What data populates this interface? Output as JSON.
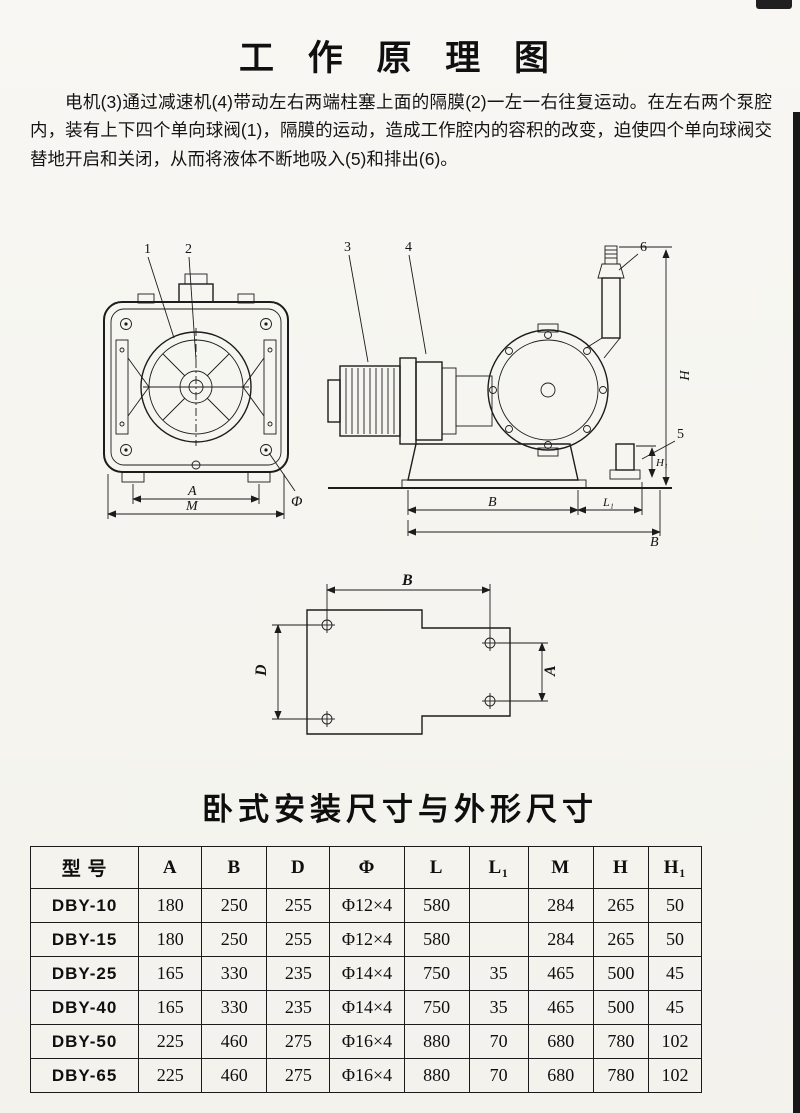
{
  "page": {
    "title": "工 作 原 理 图",
    "paragraph": "电机(3)通过减速机(4)带动左右两端柱塞上面的隔膜(2)一左一右往复运动。在左右两个泵腔内，装有上下四个单向球阀(1)，隔膜的运动，造成工作腔内的容积的改变，迫使四个单向球阀交替地开启和关闭，从而将液体不断地吸入(5)和排出(6)。",
    "section_title": "卧式安装尺寸与外形尺寸"
  },
  "diagrams": {
    "front_view": {
      "callout_1": "1",
      "callout_2": "2",
      "dim_a": "A",
      "dim_m": "M",
      "dim_phi": "Φ"
    },
    "side_view": {
      "callout_3": "3",
      "callout_4": "4",
      "callout_5": "5",
      "callout_6": "6",
      "dim_h": "H",
      "dim_b": "B",
      "dim_l1": "L₁",
      "dim_h1": "H₁",
      "dim_b2": "B"
    },
    "footprint": {
      "dim_b": "B",
      "dim_d": "D",
      "dim_a": "A"
    }
  },
  "table": {
    "headers": [
      "型  号",
      "A",
      "B",
      "D",
      "Φ",
      "L",
      "L₁",
      "M",
      "H",
      "H₁"
    ],
    "rows": [
      [
        "DBY-10",
        "180",
        "250",
        "255",
        "Φ12×4",
        "580",
        "",
        "284",
        "265",
        "50"
      ],
      [
        "DBY-15",
        "180",
        "250",
        "255",
        "Φ12×4",
        "580",
        "",
        "284",
        "265",
        "50"
      ],
      [
        "DBY-25",
        "165",
        "330",
        "235",
        "Φ14×4",
        "750",
        "35",
        "465",
        "500",
        "45"
      ],
      [
        "DBY-40",
        "165",
        "330",
        "235",
        "Φ14×4",
        "750",
        "35",
        "465",
        "500",
        "45"
      ],
      [
        "DBY-50",
        "225",
        "460",
        "275",
        "Φ16×4",
        "880",
        "70",
        "680",
        "780",
        "102"
      ],
      [
        "DBY-65",
        "225",
        "460",
        "275",
        "Φ16×4",
        "880",
        "70",
        "680",
        "780",
        "102"
      ]
    ]
  }
}
